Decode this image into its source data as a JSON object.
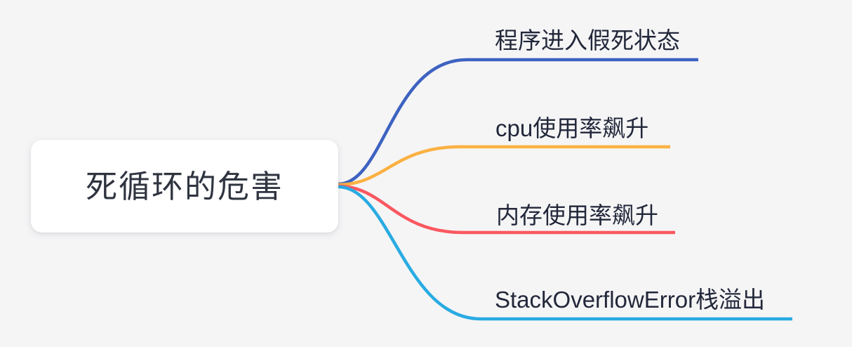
{
  "canvas": {
    "background_color": "#f5f5f6"
  },
  "root_node": {
    "label": "死循环的危害",
    "bg_color": "#ffffff",
    "text_color": "#2f3440"
  },
  "branch_text_color": "#22273a",
  "branches": [
    {
      "label": "程序进入假死状态",
      "color": "#3d62c1"
    },
    {
      "label": "cpu使用率飙升",
      "color": "#fbb142"
    },
    {
      "label": "内存使用率飙升",
      "color": "#fa5860"
    },
    {
      "label": "StackOverflowError栈溢出",
      "color": "#29abe2"
    }
  ]
}
